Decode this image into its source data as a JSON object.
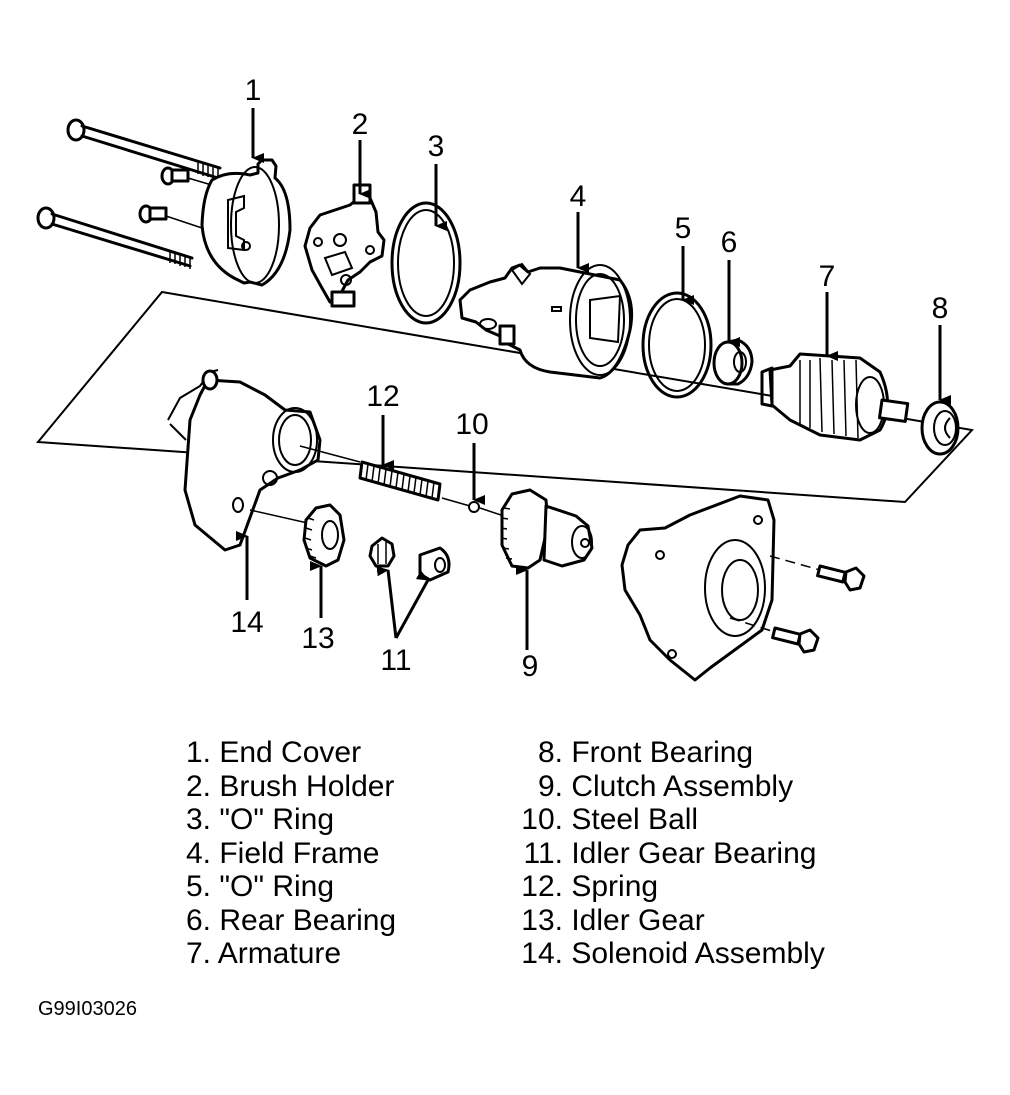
{
  "figure": {
    "title": "Starter Motor Exploded View",
    "figure_id": "G99I03026"
  },
  "callouts": [
    "1",
    "2",
    "3",
    "4",
    "5",
    "6",
    "7",
    "8",
    "9",
    "10",
    "11",
    "12",
    "13",
    "14"
  ],
  "legend": {
    "left": [
      {
        "num": "1.",
        "label": "End Cover"
      },
      {
        "num": "2.",
        "label": "Brush Holder"
      },
      {
        "num": "3.",
        "label": "\"O\" Ring"
      },
      {
        "num": "4.",
        "label": "Field Frame"
      },
      {
        "num": "5.",
        "label": "\"O\" Ring"
      },
      {
        "num": "6.",
        "label": "Rear Bearing"
      },
      {
        "num": "7.",
        "label": "Armature"
      }
    ],
    "right": [
      {
        "num": "8.",
        "label": "Front Bearing"
      },
      {
        "num": "9.",
        "label": "Clutch Assembly"
      },
      {
        "num": "10.",
        "label": "Steel Ball"
      },
      {
        "num": "11.",
        "label": "Idler Gear Bearing"
      },
      {
        "num": "12.",
        "label": "Spring"
      },
      {
        "num": "13.",
        "label": "Idler Gear"
      },
      {
        "num": "14.",
        "label": "Solenoid Assembly"
      }
    ]
  }
}
